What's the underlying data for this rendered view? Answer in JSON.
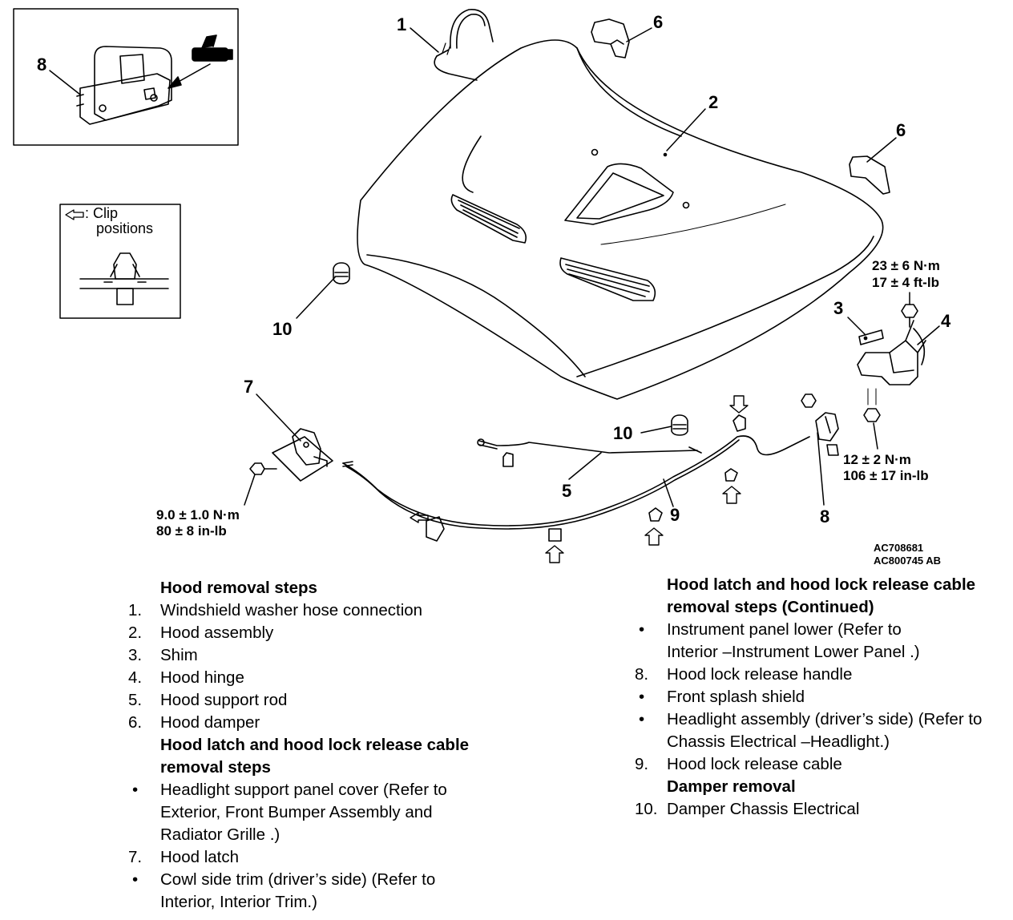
{
  "diagram": {
    "callouts": [
      "1",
      "2",
      "3",
      "4",
      "5",
      "6",
      "6",
      "7",
      "8",
      "8",
      "9",
      "10",
      "10"
    ],
    "torque": {
      "hinge_bolt": [
        "23 ± 6 N·m",
        "17 ± 4 ft-lb"
      ],
      "hinge_lower": [
        "12 ± 2 N·m",
        "106 ± 17 in-lb"
      ],
      "latch_bolt": [
        "9.0 ± 1.0 N·m",
        "80 ± 8 in-lb"
      ]
    },
    "legend": {
      "line1": ": Clip",
      "line2": "positions"
    },
    "codes": [
      "AC708681",
      "AC800745 AB"
    ]
  },
  "left_column": [
    {
      "type": "heading",
      "text": "Hood removal steps"
    },
    {
      "type": "step",
      "num": "1.",
      "text": "Windshield washer hose connection"
    },
    {
      "type": "step",
      "num": "2.",
      "text": "Hood assembly"
    },
    {
      "type": "step",
      "num": "3.",
      "text": "Shim"
    },
    {
      "type": "step",
      "num": "4.",
      "text": "Hood hinge"
    },
    {
      "type": "step",
      "num": "5.",
      "text": "Hood support rod"
    },
    {
      "type": "step",
      "num": "6.",
      "text": "Hood damper"
    },
    {
      "type": "heading",
      "text": "Hood latch and hood lock release cable removal steps"
    },
    {
      "type": "bullet",
      "num": "•",
      "text": "Headlight support panel cover (Refer to Exterior, Front Bumper Assembly and Radiator Grille .)"
    },
    {
      "type": "step",
      "num": "7.",
      "text": "Hood latch"
    },
    {
      "type": "bullet",
      "num": "•",
      "text": "Cowl side trim (driver’s side) (Refer to Interior, Interior Trim.)"
    }
  ],
  "right_column": [
    {
      "type": "heading",
      "text": "Hood latch and hood lock release cable removal steps (Continued)"
    },
    {
      "type": "bullet",
      "num": "•",
      "text": "Instrument panel lower (Refer to Interior –Instrument Lower Panel .)"
    },
    {
      "type": "step",
      "num": "8.",
      "text": "Hood lock release handle"
    },
    {
      "type": "bullet",
      "num": "•",
      "text": "Front splash shield"
    },
    {
      "type": "bullet",
      "num": "•",
      "text": "Headlight assembly (driver’s side) (Refer to Chassis Electrical –Headlight.)"
    },
    {
      "type": "step",
      "num": "9.",
      "text": "Hood lock release cable"
    },
    {
      "type": "heading",
      "text": "Damper removal"
    },
    {
      "type": "step",
      "num": "10.",
      "text": "Damper Chassis Electrical"
    }
  ]
}
